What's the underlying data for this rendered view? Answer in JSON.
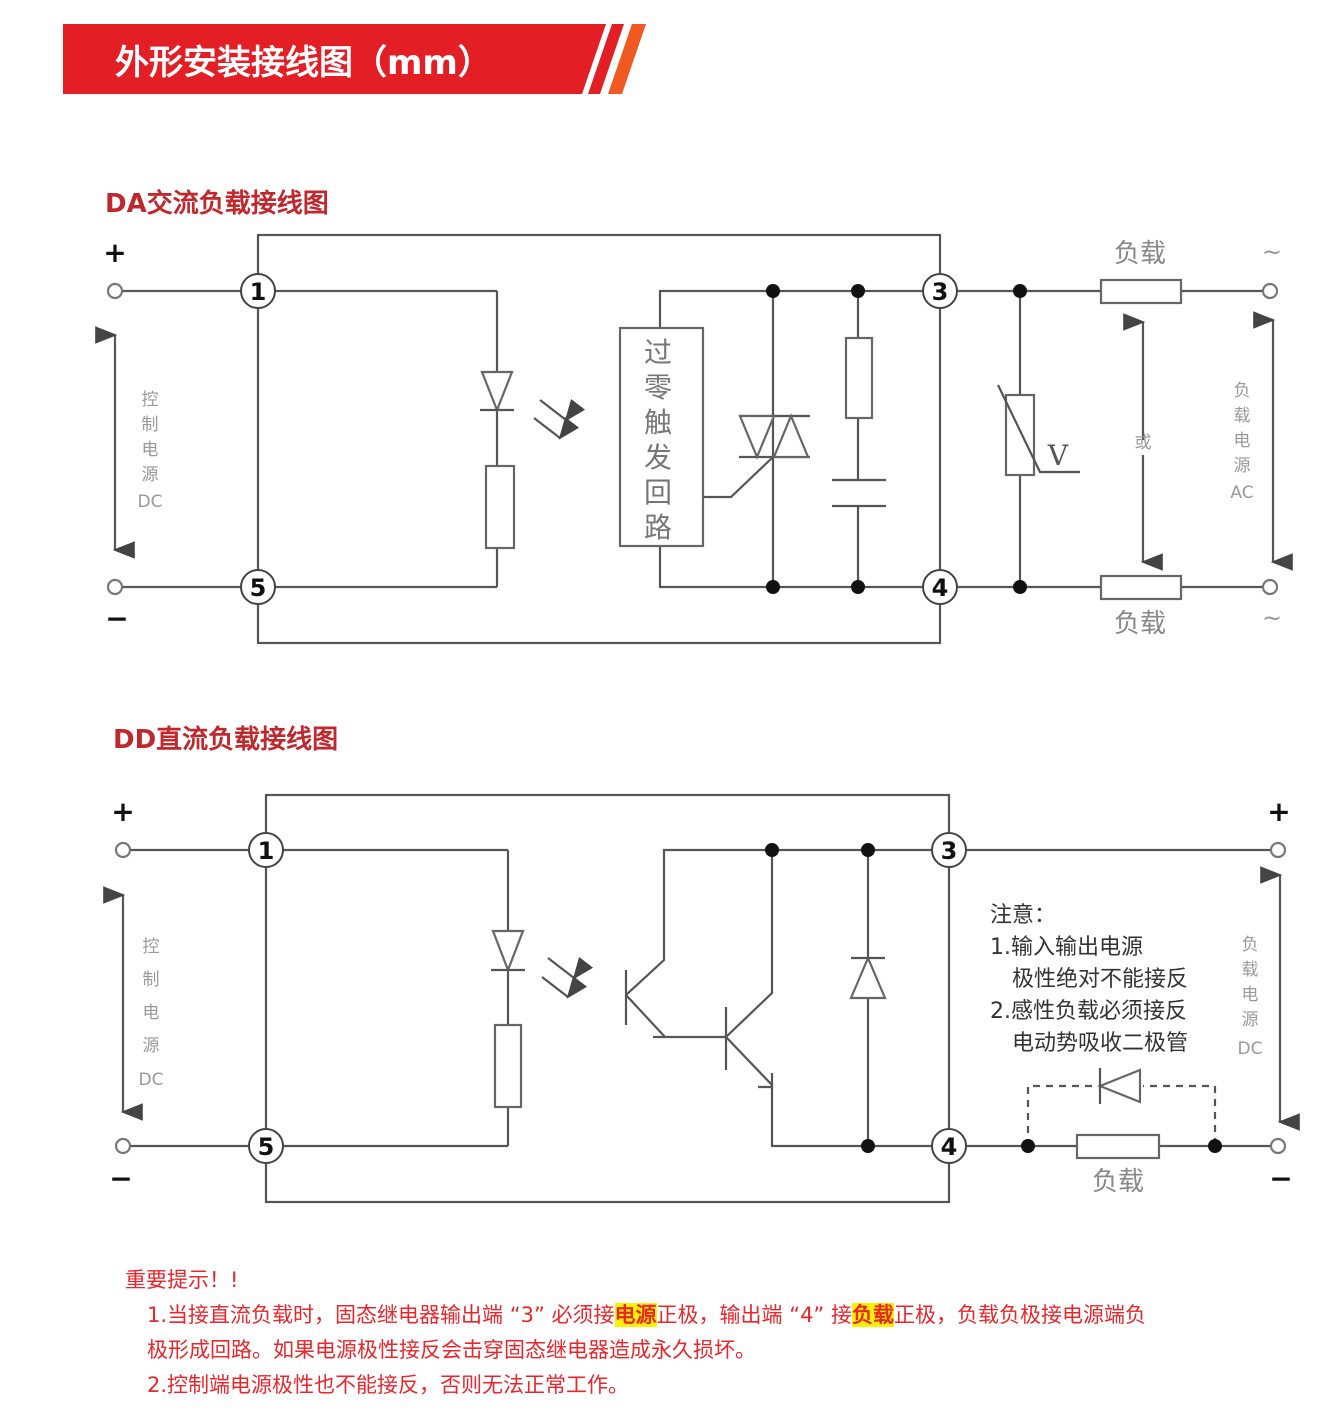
{
  "banner": {
    "title": "外形安装接线图（mm）",
    "color": "#e31e24"
  },
  "da": {
    "title": "DA交流负载接线图",
    "plus": "+",
    "minus": "−",
    "terminals": [
      "1",
      "5",
      "3",
      "4"
    ],
    "zero_cross_chars": [
      "过",
      "零",
      "触",
      "发",
      "回",
      "路"
    ],
    "varistor_label": "V",
    "load_top": "负载",
    "load_bottom": "负载",
    "or_label": "或",
    "ac_top": "~",
    "ac_bottom": "~",
    "control_label_chars": [
      "控",
      "制",
      "电",
      "源",
      "DC"
    ],
    "load_power_chars": [
      "负",
      "载",
      "电",
      "源",
      "AC"
    ]
  },
  "dd": {
    "title": "DD直流负载接线图",
    "plus": "+",
    "minus": "−",
    "out_plus": "+",
    "out_minus": "−",
    "terminals": [
      "1",
      "5",
      "3",
      "4"
    ],
    "notes": [
      "注意：",
      "1.输入输出电源",
      "极性绝对不能接反",
      "2.感性负载必须接反",
      "电动势吸收二极管"
    ],
    "load": "负载",
    "control_label_chars": [
      "控",
      "制",
      "电",
      "源",
      "DC"
    ],
    "load_power_chars": [
      "负",
      "载",
      "电",
      "源",
      "DC"
    ]
  },
  "tips": {
    "heading": "重要提示！!",
    "line1_a": "1.当接直流负载时，固态继电器输出端 “3” 必须接",
    "line1_hl1": "电源",
    "line1_b": "正极，输出端 “4” 接",
    "line1_hl2": "负载",
    "line1_c": "正极，负载负极接电源端负",
    "line1_d": "极形成回路。如果电源极性接反会击穿固态继电器造成永久损坏。",
    "line2": "2.控制端电源极性也不能接反，否则无法正常工作。"
  }
}
